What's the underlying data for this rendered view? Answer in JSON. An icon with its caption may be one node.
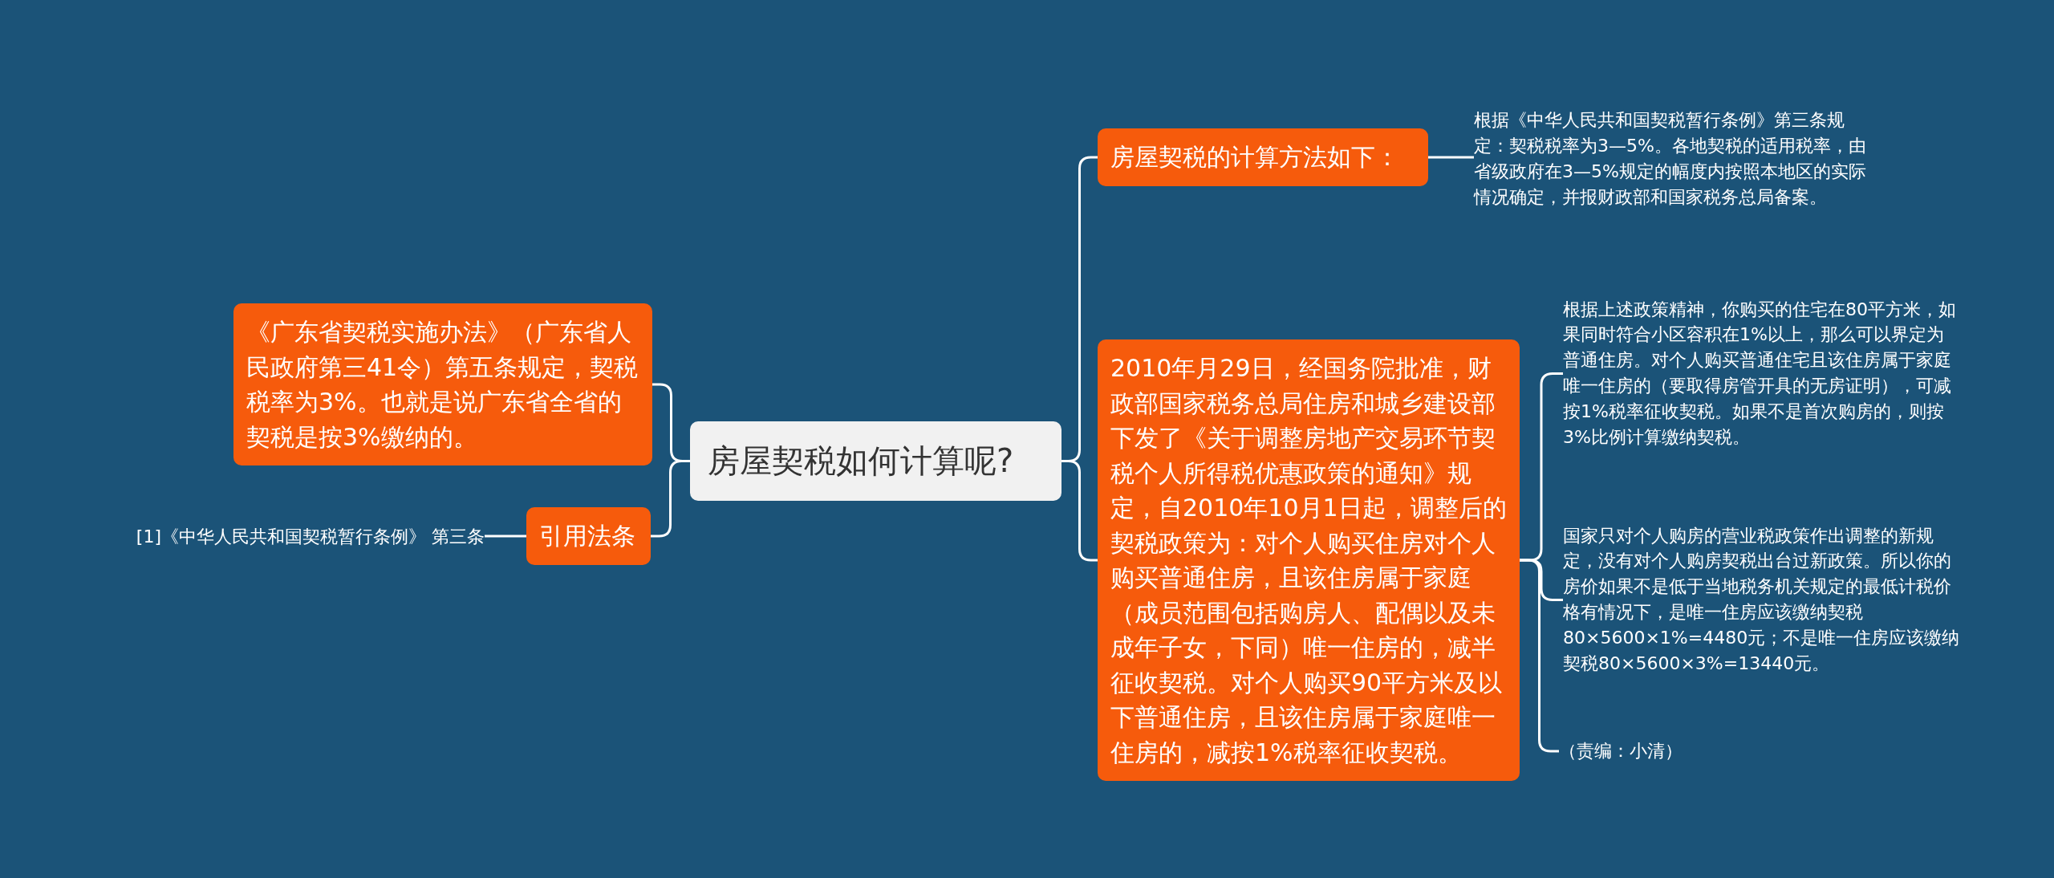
{
  "diagram": {
    "nodes": [
      {
        "text": [
          "房屋契税如何计算呢?"
        ]
      },
      {
        "text": [
          "《广东省契税实施办法》（广东省人民政府第三41令）第五条规定，契税税率为3%。也就是说广东省全省的契税是按3%缴纳的。"
        ]
      },
      {
        "text": [
          "引用法条"
        ]
      },
      {
        "text": [
          "[1]《中华人民共和国契税暂行条例》 第三条"
        ]
      },
      {
        "text": [
          "房屋契税的计算方法如下："
        ]
      },
      {
        "text": [
          "根据《中华人民共和国契税暂行条例》第三条规定：契税税率为3—5%。各地契税的适用税率，由省级政府在3—5%规定的幅度内按照本地区的实际情况确定，并报财政部和国家税务总局备案。"
        ]
      },
      {
        "text": [
          "2010年月29日，经国务院批准，财政部国家税务总局住房和城乡建设部下发了《关于调整房地产交易环节契税个人所得税优惠政策的通知》规定，自2010年10月1日起，调整后的契税政策为：对个人购买住房对个人购买普通住房，且该住房属于家庭（成员范围包括购房人、配偶以及未成年子女，下同）唯一住房的，减半征收契税。对个人购买90平方米及以下普通住房，且该住房属于家庭唯一住房的，减按1%税率征收契税。"
        ]
      },
      {
        "text": [
          "根据上述政策精神，你购买的住宅在80平方米，如果同时符合小区容积在1%以上，那么可以界定为普通住房。对个人购买普通住宅且该住房属于家庭唯一住房的（要取得房管开具的无房证明），可减按1%税率征收契税。如果不是首次购房的，则按3%比例计算缴纳契税。"
        ]
      },
      {
        "text": [
          "国家只对个人购房的营业税政策作出调整的新规定，没有对个人购房契税出台过新政策。所以你的房价如果不是低于当地税务机关规定的最低计税价格有情况下，是唯一住房应该缴纳契税80×5600×1%=4480元；不是唯一住房应该缴纳契税80×5600×3%=13440元。"
        ]
      },
      {
        "text": [
          "（责编：小清）"
        ]
      }
    ],
    "edges": [
      {
        "from": 0,
        "to": 1,
        "arrow": "none"
      },
      {
        "from": 0,
        "to": 2,
        "arrow": "none"
      },
      {
        "from": 2,
        "to": 3,
        "arrow": "none"
      },
      {
        "from": 0,
        "to": 4,
        "arrow": "none"
      },
      {
        "from": 4,
        "to": 5,
        "arrow": "none"
      },
      {
        "from": 0,
        "to": 6,
        "arrow": "none"
      },
      {
        "from": 6,
        "to": 7,
        "arrow": "none"
      },
      {
        "from": 6,
        "to": 8,
        "arrow": "none"
      },
      {
        "from": 6,
        "to": 9,
        "arrow": "none"
      }
    ]
  }
}
